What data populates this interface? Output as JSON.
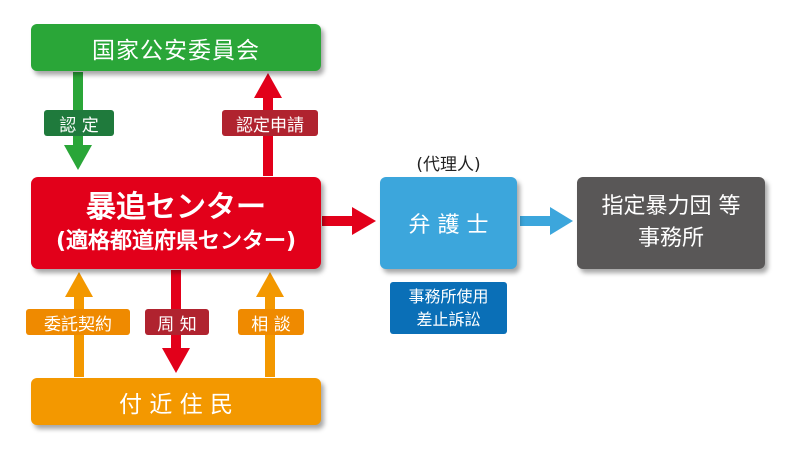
{
  "nodes": {
    "commission": {
      "label": "国家公安委員会",
      "color": "#2aa638"
    },
    "center": {
      "title": "暴追センター",
      "subtitle": "(適格都道府県センター)",
      "color": "#e2001a"
    },
    "lawyer": {
      "label": "弁 護 士",
      "note": "(代理人)",
      "color": "#3ca6dc"
    },
    "gang": {
      "line1": "指定暴力団 等",
      "line2": "事務所",
      "color": "#595757"
    },
    "residents": {
      "label": "付 近 住 民",
      "color": "#f39800"
    }
  },
  "edge_labels": {
    "certify": "認 定",
    "certify_request": "認定申請",
    "delegation": "委託契約",
    "notify": "周 知",
    "consult": "相 談",
    "lawsuit_line1": "事務所使用",
    "lawsuit_line2": "差止訴訟"
  },
  "colors": {
    "green_tag": "#1f7a3c",
    "red_tag": "#b0232f",
    "orange_tag": "#ef8a00",
    "blue_tag": "#0a6fb7"
  }
}
